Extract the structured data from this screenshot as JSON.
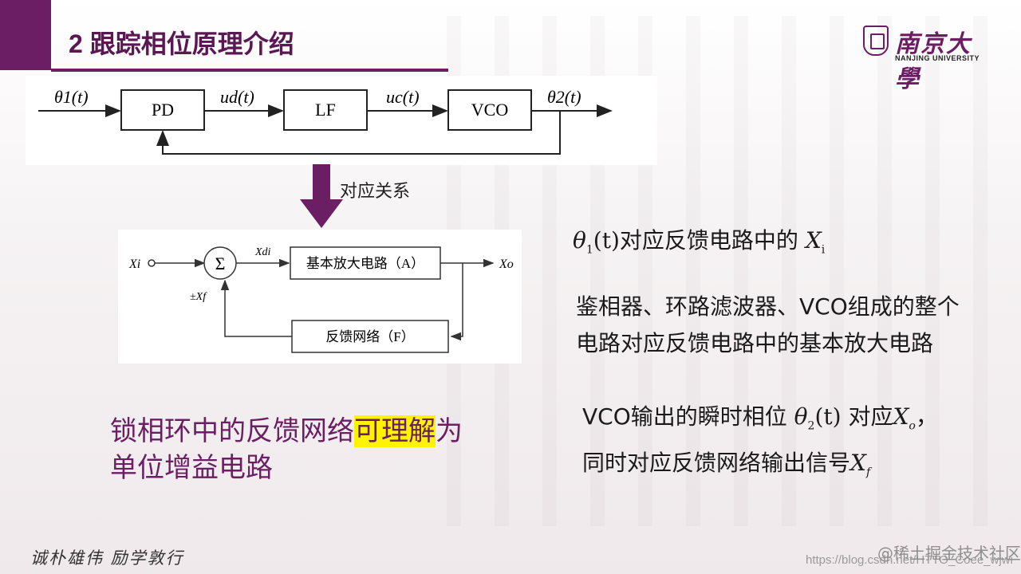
{
  "title": "2 跟踪相位原理介绍",
  "logo": {
    "cn": "南京大學",
    "en": "NANJING UNIVERSITY"
  },
  "diagram1": {
    "blocks": [
      "PD",
      "LF",
      "VCO"
    ],
    "in_label": "θ1(t)",
    "ud_label": "ud(t)",
    "uc_label": "uc(t)",
    "out_label": "θ2(t)"
  },
  "correspondence_label": "对应关系",
  "diagram2": {
    "xi": "Xi",
    "xdi": "Xdi",
    "xo": "Xo",
    "xf": "±Xf",
    "sum_symbol": "Σ",
    "amp_block": "基本放大电路（A）",
    "fb_block": "反馈网络（F）"
  },
  "notes": {
    "a": {
      "sym": "θ",
      "sub": "1",
      "arg": "(t)",
      "text": "对应反馈电路中的",
      "x": "X",
      "xsub": "i"
    },
    "b_line1": "鉴相器、环路滤波器、VCO组成的整个",
    "b_line2": "电路对应反馈电路中的基本放大电路",
    "c_part1": "VCO输出的瞬时相位",
    "c_sym": "θ",
    "c_sub": "2",
    "c_arg": "(t)",
    "c_part2": "对应",
    "c_x": "X",
    "c_xsub": "o",
    "c_tail": "，",
    "c_line2": "同时对应反馈网络输出信号",
    "c_x2": "X",
    "c_x2sub": "f"
  },
  "purple": {
    "before": "锁相环中的反馈网络",
    "highlight": "可理解",
    "after": "为",
    "line2": "单位增益电路"
  },
  "motto": "诚朴雄伟  励学敦行",
  "watermark_url": "https://blog.csdn.net/HTTO_Coee_wjwi",
  "watermark_brand": "@稀土掘金技术社区",
  "colors": {
    "brand": "#6b1e63",
    "highlight": "#fff400"
  }
}
